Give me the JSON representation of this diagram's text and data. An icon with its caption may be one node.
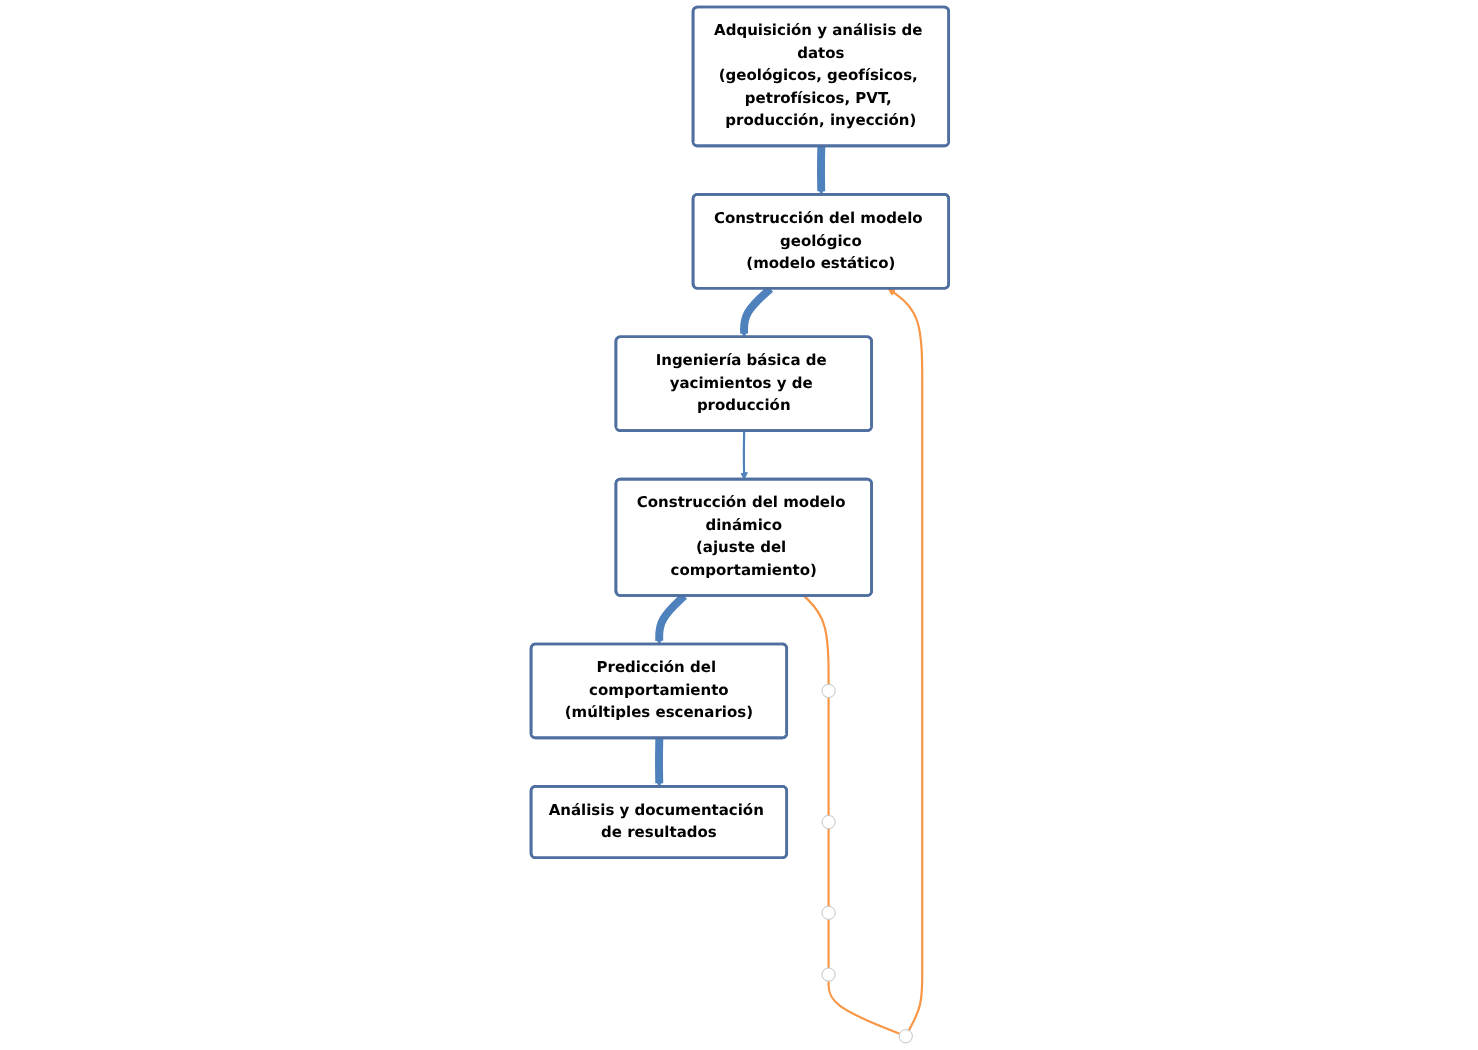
{
  "diagram": {
    "nodes": [
      {
        "text": [
          "Adquisición y análisis de datos",
          "(geológicos, geofísicos, petrofísicos, PVT, producción, inyección)"
        ]
      },
      {
        "text": [
          "Construcción del modelo geológico",
          "(modelo estático)"
        ]
      },
      {
        "text": [
          "Ingeniería básica de yacimientos y de producción"
        ]
      },
      {
        "text": [
          "Construcción del modelo dinámico",
          "(ajuste del comportamiento)"
        ]
      },
      {
        "text": [
          "Predicción del comportamiento",
          "(múltiples escenarios)"
        ]
      },
      {
        "text": [
          "Análisis y documentación de resultados"
        ]
      },
      {
        "text": [],
        "shape": "circle"
      },
      {
        "text": [],
        "shape": "circle"
      },
      {
        "text": [],
        "shape": "circle"
      },
      {
        "text": [],
        "shape": "circle"
      },
      {
        "text": [],
        "shape": "circle"
      }
    ],
    "edges": [
      {
        "from": 0,
        "to": 1,
        "arrow": "to",
        "style": "thick",
        "color": "#4f81bd"
      },
      {
        "from": 1,
        "to": 2,
        "arrow": "to",
        "style": "thick",
        "color": "#4f81bd"
      },
      {
        "from": 2,
        "to": 3,
        "arrow": "to",
        "color": "#4f81bd"
      },
      {
        "from": 3,
        "to": 4,
        "arrow": "to",
        "style": "thick",
        "color": "#4f81bd"
      },
      {
        "from": 4,
        "to": 5,
        "arrow": "to",
        "style": "thick",
        "color": "#4f81bd"
      },
      {
        "from": 3,
        "to": 6,
        "arrow": "none",
        "color": "#f79646"
      },
      {
        "from": 6,
        "to": 7,
        "arrow": "none",
        "color": "#f79646"
      },
      {
        "from": 7,
        "to": 8,
        "arrow": "none",
        "color": "#f79646"
      },
      {
        "from": 8,
        "to": 9,
        "arrow": "none",
        "color": "#f79646"
      },
      {
        "from": 9,
        "to": 10,
        "arrow": "none",
        "color": "#f79646"
      },
      {
        "from": 10,
        "to": 1,
        "arrow": "to",
        "color": "#f79646"
      }
    ]
  }
}
